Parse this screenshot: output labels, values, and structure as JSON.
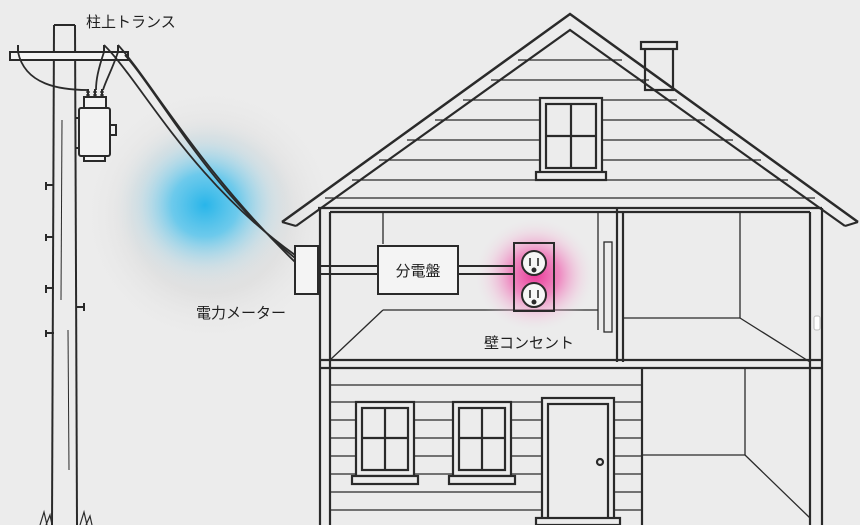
{
  "labels": {
    "transformer": "柱上トランス",
    "meter": "電力メーター",
    "panel": "分電盤",
    "outlet": "壁コンセント"
  },
  "colors": {
    "background": "#ececec",
    "line": "#2a2a2a",
    "transformer_glow": "#29b9ea",
    "outlet_glow": "#ec3d9a"
  }
}
